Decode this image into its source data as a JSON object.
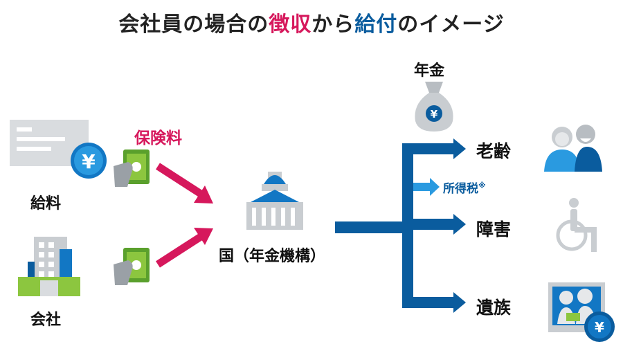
{
  "title": {
    "part1": "会社員の場合の",
    "accent1": "徴収",
    "part2": "から",
    "accent2": "給付",
    "part3": "のイメージ"
  },
  "sources": {
    "salary_label": "給料",
    "company_label": "会社",
    "premium_label": "保険料",
    "yen_symbol": "¥"
  },
  "hub": {
    "label": "国（年金機構）"
  },
  "pension": {
    "label": "年金",
    "yen_symbol": "¥"
  },
  "benefits": {
    "old_age": "老齢",
    "income_tax": "所得税",
    "income_tax_mark": "※",
    "disability": "障害",
    "survivor": "遺族",
    "yen_symbol": "¥"
  },
  "colors": {
    "accent_pink": "#d6185c",
    "blue_dark": "#0a5c9e",
    "blue_mid": "#1277c4",
    "blue_light": "#2a9ae0",
    "green": "#8cc63f",
    "gray": "#c9cdd1"
  }
}
